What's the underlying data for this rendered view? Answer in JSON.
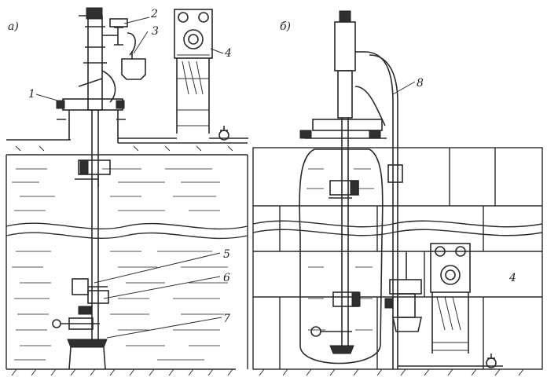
{
  "panels": [
    {
      "id": "a",
      "label": "а)"
    },
    {
      "id": "b",
      "label": "б)"
    }
  ],
  "callouts": {
    "a": [
      "1",
      "2",
      "3",
      "4",
      "5",
      "6",
      "7"
    ],
    "b": [
      "8",
      "4"
    ]
  }
}
